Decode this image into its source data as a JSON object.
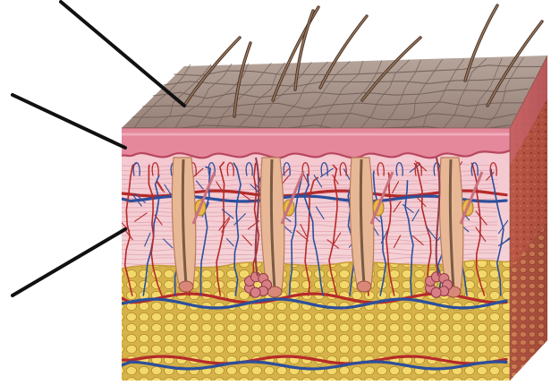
{
  "diagram": {
    "subject": "skin-cross-section",
    "leader_lines": [
      {
        "name": "leader-line-top",
        "target": "epidermis-surface",
        "label": ""
      },
      {
        "name": "leader-line-middle",
        "target": "epidermis-layer",
        "label": ""
      },
      {
        "name": "leader-line-bottom",
        "target": "dermis-layer",
        "label": ""
      }
    ],
    "hair_count": 8
  },
  "colors": {
    "background": "#ffffff",
    "surface": "#a8958b",
    "surface_cracks": "#6e5a52",
    "epidermis": "#e58fa0",
    "epidermis_dark": "#c8566e",
    "dermis": "#f1d2d5",
    "dermis_lines": "#e0a9b3",
    "hypodermis": "#d9b74e",
    "fat_cell": "#f2d768",
    "fat_outline": "#b58d2e",
    "artery": "#b52a2a",
    "vein": "#2c4f9c",
    "hair": "#7a5a44",
    "follicle": "#e8b896",
    "gland": "#c55a78",
    "side_face": "#b24d3e",
    "leader_line": "#111111"
  }
}
